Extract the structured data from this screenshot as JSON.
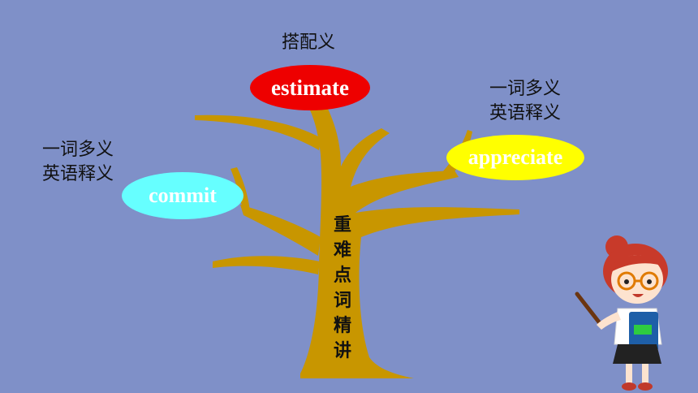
{
  "center": {
    "title_chars": [
      "重",
      "难",
      "点",
      "词",
      "精",
      "讲"
    ]
  },
  "branches": [
    {
      "word": "estimate",
      "note_lines": [
        "搭配义"
      ],
      "fill": "#ee0000",
      "text_color": "#ffffff"
    },
    {
      "word": "appreciate",
      "note_lines": [
        "一词多义",
        "英语释义"
      ],
      "fill": "#ffff00",
      "text_color": "#ffffff"
    },
    {
      "word": "commit",
      "note_lines": [
        "一词多义",
        "英语释义"
      ],
      "fill": "#66ffff",
      "text_color": "#ffffff"
    }
  ],
  "colors": {
    "background": "#7f90c8",
    "trunk": "#c89600"
  }
}
